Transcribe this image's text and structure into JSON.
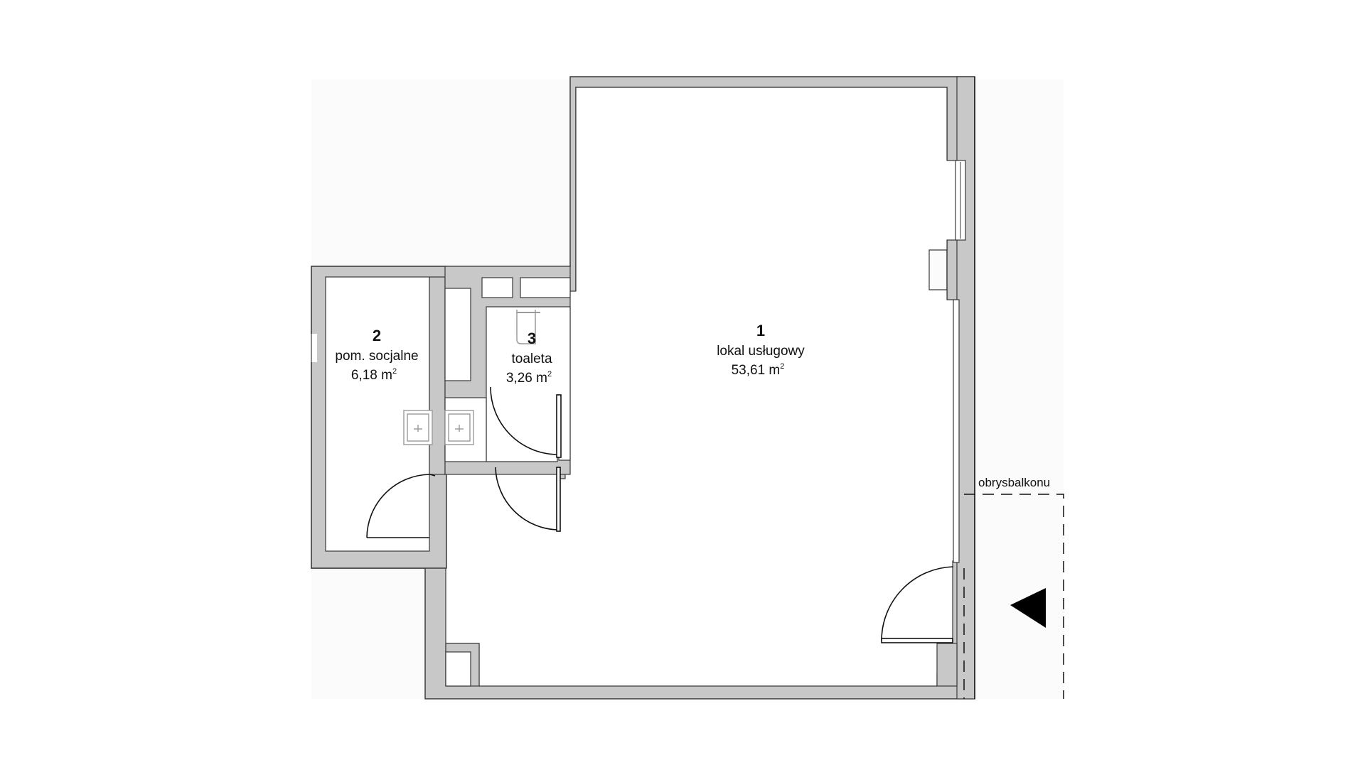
{
  "rooms": [
    {
      "number": "1",
      "name": "lokal usługowy",
      "area": "53,61 m",
      "unit_sup": "2"
    },
    {
      "number": "2",
      "name": "pom. socjalne",
      "area": "6,18 m",
      "unit_sup": "2"
    },
    {
      "number": "3",
      "name": "toaleta",
      "area": "3,26 m",
      "unit_sup": "2"
    }
  ],
  "balcony_label": "obrysbalkonu",
  "colors": {
    "wall": "#c8c8c8",
    "wall_outline": "#3a3a3a",
    "line": "#111111"
  }
}
